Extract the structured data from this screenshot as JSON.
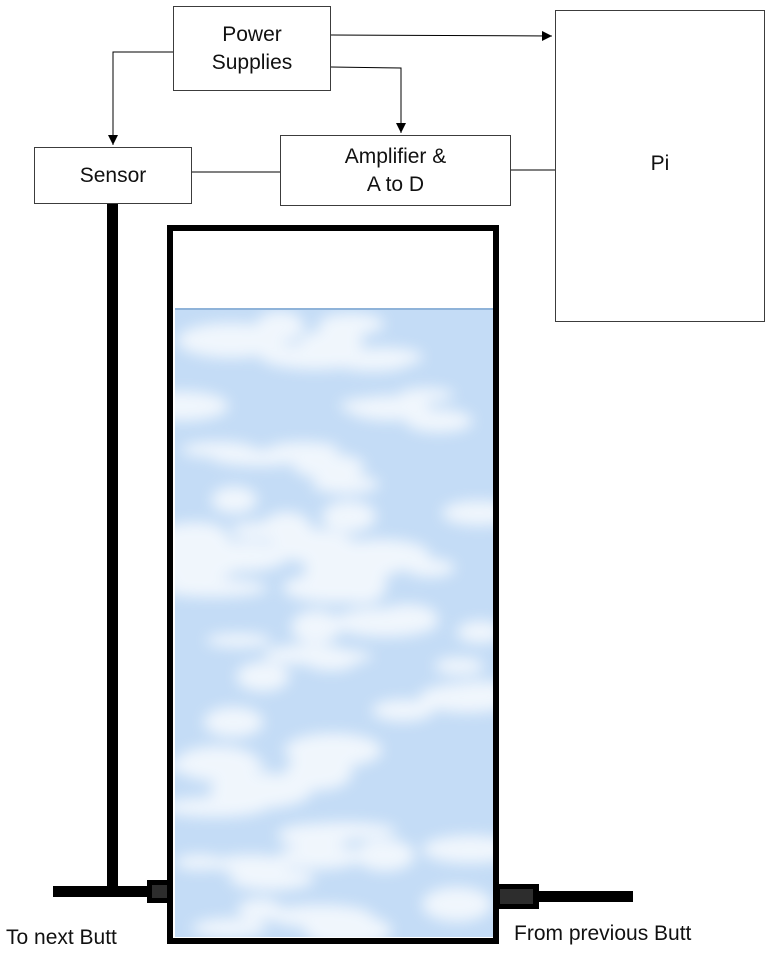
{
  "diagram": {
    "nodes": {
      "power_supplies": {
        "line1": "Power",
        "line2": "Supplies"
      },
      "sensor": {
        "label": "Sensor"
      },
      "amplifier": {
        "line1": "Amplifier &",
        "line2": "A to D"
      },
      "pi": {
        "label": "Pi"
      }
    },
    "tank": {
      "wall_color": "#000000",
      "water_color": "#c4dcf6",
      "cloud_color": "#ffffff"
    },
    "edges": [
      {
        "from": "power_supplies",
        "to": "pi",
        "arrow": true
      },
      {
        "from": "power_supplies",
        "to": "sensor",
        "arrow": true
      },
      {
        "from": "power_supplies",
        "to": "amplifier",
        "arrow": true
      },
      {
        "from": "sensor",
        "to": "amplifier",
        "arrow": false
      },
      {
        "from": "amplifier",
        "to": "pi",
        "arrow": false
      }
    ],
    "labels": {
      "to_next": "To next Butt",
      "from_previous": "From previous Butt"
    }
  }
}
